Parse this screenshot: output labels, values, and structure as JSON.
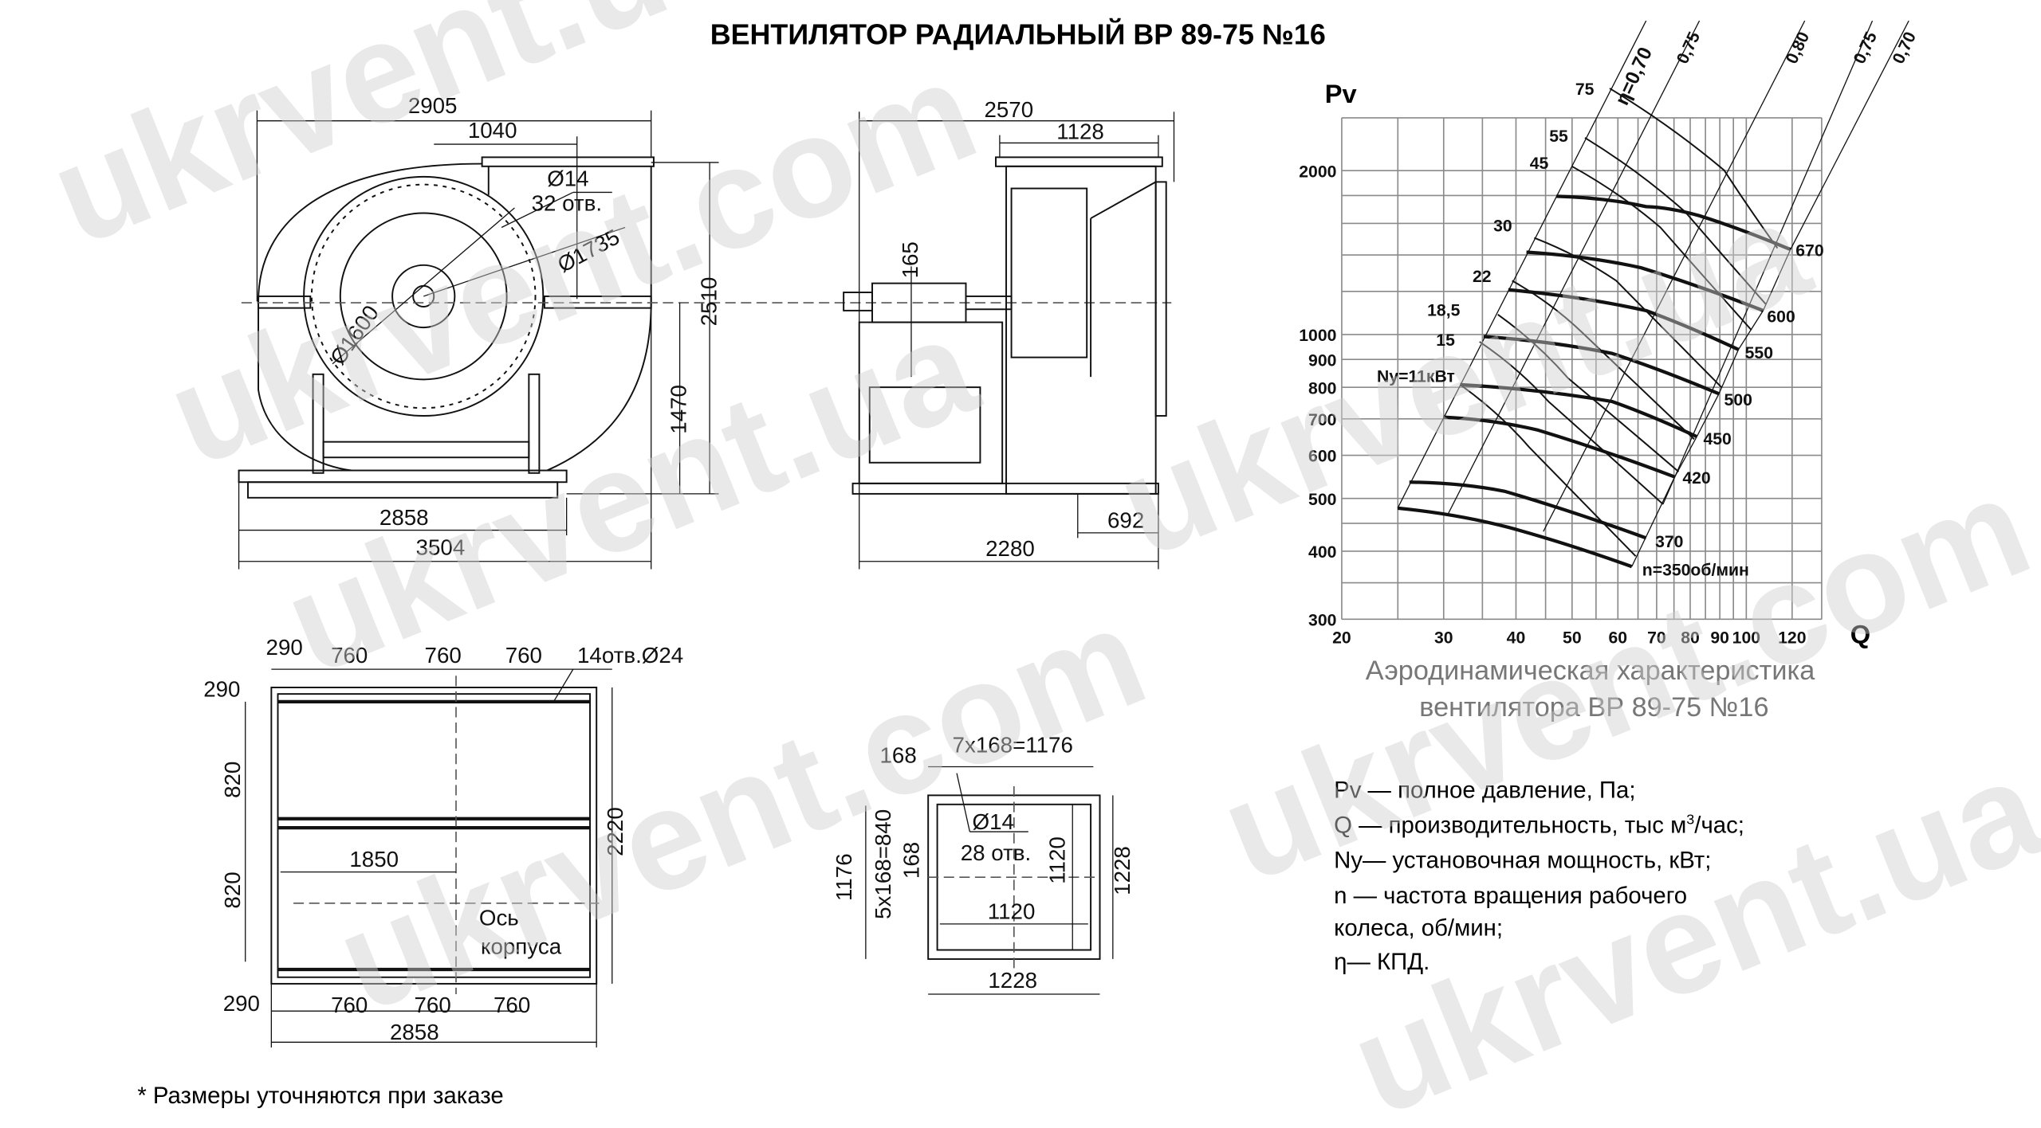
{
  "title": "ВЕНТИЛЯТОР РАДИАЛЬНЫЙ ВР 89-75 №16",
  "front_view": {
    "dim_width_top": "2905",
    "dim_outlet": "1040",
    "hole_dia": "Ø14",
    "hole_count": "32 отв.",
    "dia_outer": "Ø1735",
    "dia_inner": "Ø1600",
    "dim_height_total": "2510",
    "dim_height_axis": "1470",
    "dim_base": "2858",
    "dim_width_total": "3504"
  },
  "side_view": {
    "dim_width_top": "2570",
    "dim_outlet": "1128",
    "dim_shaft": "165",
    "dim_base": "2280",
    "dim_offset": "692"
  },
  "plan_view": {
    "edge_top": "290",
    "spacing": [
      "760",
      "760",
      "760"
    ],
    "holes": "14отв.Ø24",
    "edge_left": "290",
    "rows": [
      "820",
      "820"
    ],
    "depth": "2220",
    "axis_offset": "1850",
    "axis_label_1": "Ось",
    "axis_label_2": "корпуса",
    "edge_bottom": "290",
    "spacing_bottom": [
      "760",
      "760",
      "760"
    ],
    "width": "2858"
  },
  "flange_view": {
    "pitch": "168",
    "pitch_total_h": "7x168=1176",
    "hole_dia": "Ø14",
    "hole_count": "28 отв.",
    "height_outer_holes": "1176",
    "pitch_total_v": "5x168=840",
    "pitch_v": "168",
    "inner_height": "1120",
    "outer_height": "1228",
    "inner_width": "1120",
    "outer_width": "1228"
  },
  "chart_data": {
    "type": "line",
    "xlabel": "Q",
    "ylabel": "Pv",
    "x_scale": "log",
    "y_scale": "log",
    "x_ticks": [
      "20",
      "30",
      "40",
      "50",
      "60",
      "70",
      "80",
      "90",
      "100",
      "120"
    ],
    "y_ticks": [
      "2000",
      "1000",
      "900",
      "800",
      "700",
      "600",
      "500",
      "400",
      "300"
    ],
    "grid": true,
    "speed_labels": [
      "670",
      "600",
      "550",
      "500",
      "450",
      "420",
      "370",
      "n=350об/мин"
    ],
    "power_labels": [
      "75",
      "55",
      "45",
      "30",
      "22",
      "18,5",
      "15",
      "Ny=11кВт"
    ],
    "efficiency_labels": [
      "η=0,70",
      "0,75",
      "0,80",
      "0,75",
      "0,70"
    ]
  },
  "chart_caption": {
    "line1": "Аэродинамическая характеристика",
    "line2": "вентилятора  ВР 89-75 №16"
  },
  "legend": {
    "pv": "Pv — полное давление, Па;",
    "q_pre": "Q  — производительность, тыс м",
    "q_sup": "3",
    "q_post": "/час;",
    "ny": "Ny— установочная мощность, кВт;",
    "n1": "n — частота вращения рабочего",
    "n2": "колеса,  об/мин;",
    "eta": "η— КПД."
  },
  "footnote": "* Размеры уточняются при заказе",
  "watermarks": [
    "ukrvent.ua",
    "ukrvent.com"
  ],
  "colors": {
    "ink": "#111111",
    "grid": "#8a8a8a",
    "caption": "#777777",
    "watermark": "#cfcfcf"
  }
}
